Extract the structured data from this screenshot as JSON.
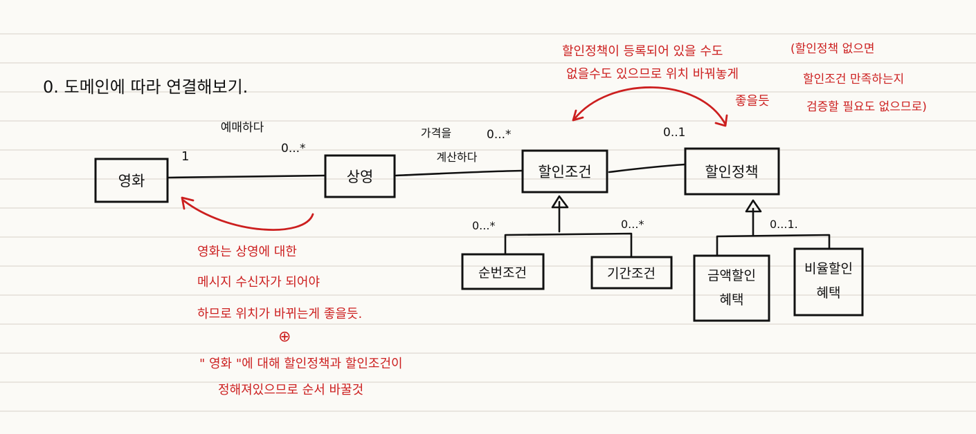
{
  "title": "0. 도메인에 따라 연결해보기.",
  "boxes": {
    "movie": "영화",
    "screening": "상영",
    "discount_condition": "할인조건",
    "discount_policy": "할인정책",
    "sequence_condition": "순번조건",
    "period_condition": "기간조건",
    "amount_discount": [
      "금액할인",
      "혜택"
    ],
    "percent_discount": [
      "비율할인",
      "혜택"
    ]
  },
  "labels": {
    "reserve": "예매하다",
    "calc_price": [
      "가격을",
      "계산하다"
    ],
    "one": "1",
    "zero_many_1": "0...*",
    "zero_many_2": "0...*",
    "zero_one": "0..1",
    "zero_many_3": "0...*",
    "zero_many_4": "0...*",
    "zero_one_2": "0...1."
  },
  "notes": {
    "policy_note": [
      "할인정책이 등록되어 있을 수도",
      "없을수도 있으므로 위치 바꿔놓게",
      "좋을듯"
    ],
    "side_note": [
      "(할인정책 없으면",
      "할인조건 만족하는지",
      "검증할 필요도 없으므로)"
    ],
    "movie_note": [
      "영화는 상영에 대한",
      "메시지 수신자가 되어야",
      "하므로 위치가 바뀌는게 좋을듯."
    ],
    "plus": "⊕",
    "bottom_note": [
      "\" 영화 \"에 대해 할인정책과 할인조건이",
      "정해져있으므로 순서 바꿀것"
    ]
  },
  "colors": {
    "ink": "#111111",
    "accent": "#cc1f1f"
  }
}
